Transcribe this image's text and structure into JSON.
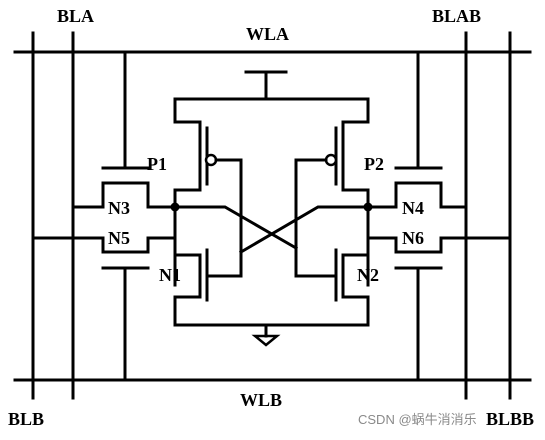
{
  "labels": {
    "bla": "BLA",
    "blab": "BLAB",
    "wla": "WLA",
    "wlb": "WLB",
    "blb": "BLB",
    "blbb": "BLBB",
    "p1": "P1",
    "p2": "P2",
    "n1": "N1",
    "n2": "N2",
    "n3": "N3",
    "n4": "N4",
    "n5": "N5",
    "n6": "N6"
  },
  "watermark": "CSDN @蜗牛消消乐"
}
